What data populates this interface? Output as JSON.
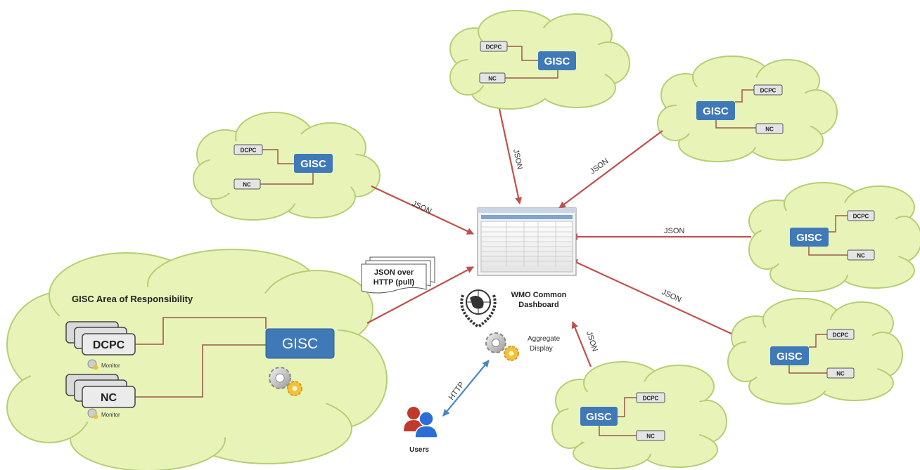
{
  "labels": {
    "gisc": "GISC",
    "dcpc": "DCPC",
    "nc": "NC",
    "json": "JSON",
    "http": "HTTP",
    "monitor": "Monitor"
  },
  "area_title": "GISC Area of Responsibility",
  "pull_note": {
    "line1": "JSON over",
    "line2": "HTTP (pull)"
  },
  "dashboard": {
    "line1": "WMO Common",
    "line2": "Dashboard"
  },
  "aggregate": {
    "line1": "Aggregate",
    "line2": "Display"
  },
  "users": "Users",
  "colors": {
    "cloud_fill": "#e8f3b8",
    "cloud_stroke": "#b5cf73",
    "gisc_box": "#3f79b8",
    "arrow_json": "#c0504d",
    "arrow_http": "#4a86c5",
    "connector": "#9a5a4e",
    "user_red": "#c0392b",
    "user_blue": "#2b6fd6"
  }
}
